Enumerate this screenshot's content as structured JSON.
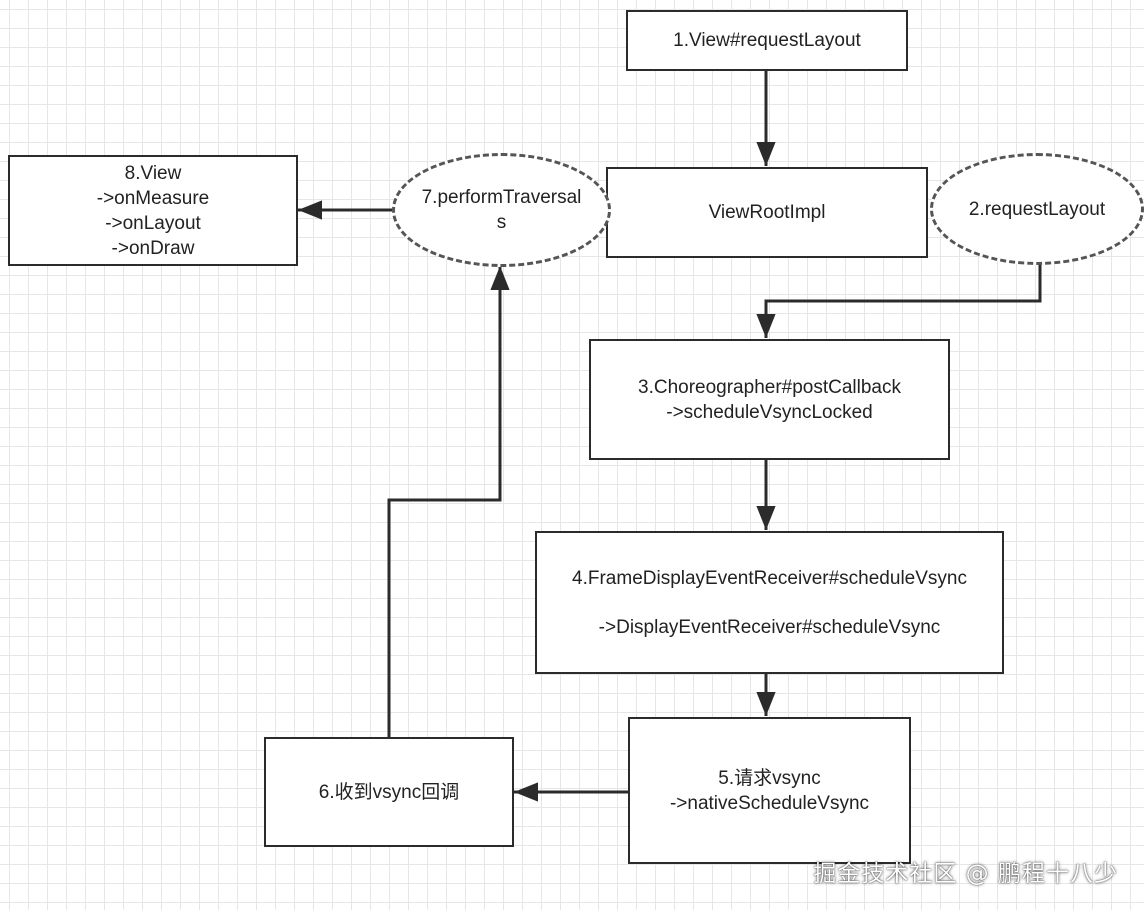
{
  "nodes": {
    "view_request_layout": {
      "lines": [
        "1.View#requestLayout"
      ]
    },
    "request_layout": {
      "lines": [
        "2.requestLayout"
      ]
    },
    "choreographer": {
      "lines": [
        "3.Choreographer#postCallback",
        "->scheduleVsyncLocked"
      ]
    },
    "frame_display": {
      "line1": "4.FrameDisplayEventReceiver#scheduleVsync",
      "line2": "->DisplayEventReceiver#scheduleVsync"
    },
    "request_vsync": {
      "lines": [
        "5.请求vsync",
        "->nativeScheduleVsync"
      ]
    },
    "vsync_callback": {
      "lines": [
        "6.收到vsync回调"
      ]
    },
    "perform_traversals": {
      "lines": [
        "7.performTraversal",
        "s"
      ]
    },
    "view_measure": {
      "lines": [
        "8.View",
        "->onMeasure",
        "->onLayout",
        "->onDraw"
      ]
    },
    "view_root_impl": {
      "lines": [
        "ViewRootImpl"
      ]
    }
  },
  "edges": [
    {
      "from": "1.View#requestLayout",
      "to": "ViewRootImpl"
    },
    {
      "from": "2.requestLayout",
      "to": "3.Choreographer#postCallback"
    },
    {
      "from": "3.Choreographer#postCallback",
      "to": "4.FrameDisplayEventReceiver#scheduleVsync"
    },
    {
      "from": "4.FrameDisplayEventReceiver#scheduleVsync",
      "to": "5.请求vsync"
    },
    {
      "from": "5.请求vsync",
      "to": "6.收到vsync回调"
    },
    {
      "from": "6.收到vsync回调",
      "to": "7.performTraversals"
    },
    {
      "from": "7.performTraversals",
      "to": "8.View"
    }
  ],
  "watermark": "掘金技术社区 @ 鹏程十八少",
  "colors": {
    "line": "#2b2b2b",
    "dashed_border": "#555555",
    "grid": "#e6e6e6"
  }
}
